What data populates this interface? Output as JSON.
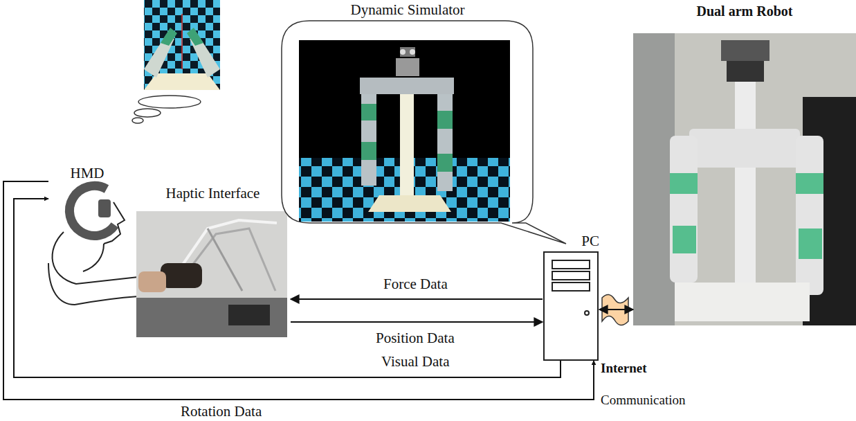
{
  "diagram": {
    "nodes": [
      {
        "text": [
          "Dynamic Simulator"
        ]
      },
      {
        "text": [
          "Dual arm Robot"
        ]
      },
      {
        "text": [
          "HMD"
        ]
      },
      {
        "text": [
          "Haptic Interface"
        ]
      },
      {
        "text": [
          "PC"
        ]
      }
    ],
    "edges": [
      {
        "from": 4,
        "to": 3,
        "label": "Force Data",
        "arrow": "to"
      },
      {
        "from": 3,
        "to": 4,
        "label": "Position Data",
        "arrow": "to"
      },
      {
        "from": 4,
        "to": 2,
        "label": "Visual Data",
        "arrow": "to"
      },
      {
        "from": 2,
        "to": 4,
        "label": "Rotation Data",
        "arrow": "to"
      },
      {
        "from": 4,
        "to": 1,
        "arrow": "both"
      }
    ],
    "labels": [
      "Internet",
      "Communication"
    ]
  }
}
